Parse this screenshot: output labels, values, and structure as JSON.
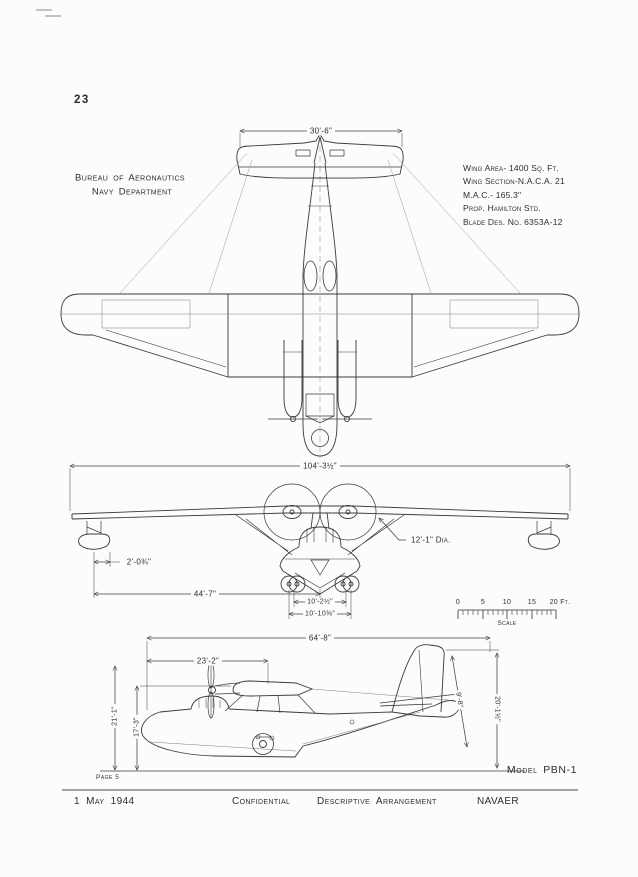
{
  "page": {
    "number": "23"
  },
  "header": {
    "org_line1": "Bureau of Aeronautics",
    "org_line2": "Navy Department"
  },
  "specs": {
    "lines": [
      "Wing Area- 1400 Sq. Ft.",
      "Wing Section-N.A.C.A. 21",
      "M.A.C.- 165.3\"",
      "Prop. Hamilton Std.",
      "Blade Des. No. 6353A-12"
    ]
  },
  "dims": {
    "tail_span": "30'-6\"",
    "wing_span": "104'-3½\"",
    "float_clearance": "2'-0¾\"",
    "float_to_center": "44'-7\"",
    "prop_diameter": "12'-1\" Dia.",
    "beam_inner": "10'-2½\"",
    "beam_outer": "10'-10⅜\"",
    "overall_length": "64'-8\"",
    "nose_to_prop": "23'-2\"",
    "height_hull": "17'-3\"",
    "height_overall_left": "21'-1\"",
    "tail_height_inner": "9'-8\"",
    "tail_height_overall": "20'-1½\""
  },
  "scale_bar": {
    "ticks": [
      "0",
      "5",
      "10",
      "15",
      "20 Ft."
    ],
    "caption": "Scale"
  },
  "side_view": {
    "model_label": "Model PBN-1",
    "page_label": "Page 5"
  },
  "footer": {
    "date": "1 May 1944",
    "classification": "Confidential",
    "doc_title": "Descriptive Arrangement",
    "agency": "NAVAER"
  }
}
